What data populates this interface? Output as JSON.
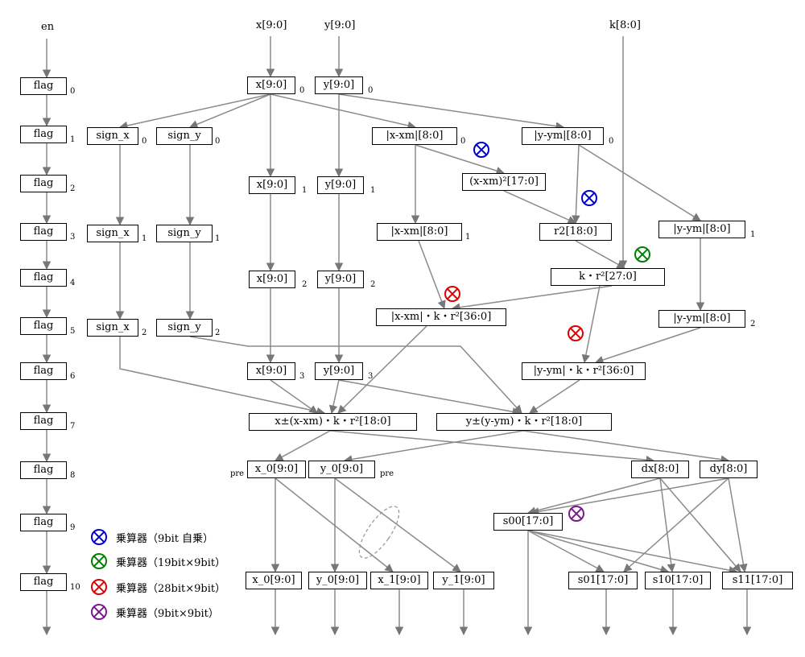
{
  "signals": {
    "en": "en",
    "x_in": "x[9:0]",
    "y_in": "y[9:0]",
    "k_in": "k[8:0]"
  },
  "flag": {
    "label": "flag",
    "stages": [
      "0",
      "1",
      "2",
      "3",
      "4",
      "5",
      "6",
      "7",
      "8",
      "9",
      "10"
    ]
  },
  "s0": {
    "x": "x[9:0]",
    "y": "y[9:0]",
    "sx": "0",
    "sy": "0"
  },
  "s1": {
    "sign_x": "sign_x",
    "sign_y": "sign_y",
    "sign_x_sub": "0",
    "sign_y_sub": "0",
    "absx": "|x-xm|[8:0]",
    "absx_sub": "0",
    "absy": "|y-ym|[8:0]",
    "absy_sub": "0"
  },
  "s2": {
    "x": "x[9:0]",
    "y": "y[9:0]",
    "x_sub": "1",
    "y_sub": "1",
    "sq": "(x-xm)²[17:0]"
  },
  "s3": {
    "sign_x": "sign_x",
    "sign_y": "sign_y",
    "sub_x": "1",
    "sub_y": "1",
    "absx": "|x-xm|[8:0]",
    "absx_sub": "1",
    "r2": "r2[18:0]",
    "absy": "|y-ym|[8:0]",
    "absy_sub": "1"
  },
  "s4": {
    "x": "x[9:0]",
    "y": "y[9:0]",
    "x_sub": "2",
    "y_sub": "2",
    "kr2": "k・r²[27:0]"
  },
  "s5": {
    "sign_x": "sign_x",
    "sign_y": "sign_y",
    "sub_x": "2",
    "sub_y": "2",
    "px": "|x-xm|・k・r²[36:0]",
    "absy": "|y-ym|[8:0]",
    "absy_sub": "2"
  },
  "s6": {
    "x": "x[9:0]",
    "y": "y[9:0]",
    "x_sub": "3",
    "y_sub": "3",
    "py": "|y-ym|・k・r²[36:0]"
  },
  "s7": {
    "xo": "x±(x-xm)・k・r²[18:0]",
    "yo": "y±(y-ym)・k・r²[18:0]"
  },
  "s8": {
    "x0": "x_0[9:0]",
    "y0": "y_0[9:0]",
    "pre": "pre",
    "dx": "dx[8:0]",
    "dy": "dy[8:0]"
  },
  "s9": {
    "s00": "s00[17:0]"
  },
  "s10": {
    "x0": "x_0[9:0]",
    "y0": "y_0[9:0]",
    "x1": "x_1[9:0]",
    "y1": "y_1[9:0]",
    "s01": "s01[17:0]",
    "s10": "s10[17:0]",
    "s11": "s11[17:0]"
  },
  "legend": [
    {
      "color": "#0000cc",
      "text": "乗算器（9bit 自乗）"
    },
    {
      "color": "#008000",
      "text": "乗算器（19bit×9bit）"
    },
    {
      "color": "#dd0000",
      "text": "乗算器（28bit×9bit）"
    },
    {
      "color": "#7a1a8c",
      "text": "乗算器（9bit×9bit）"
    }
  ],
  "multiplier_icon": "circled-times-icon"
}
